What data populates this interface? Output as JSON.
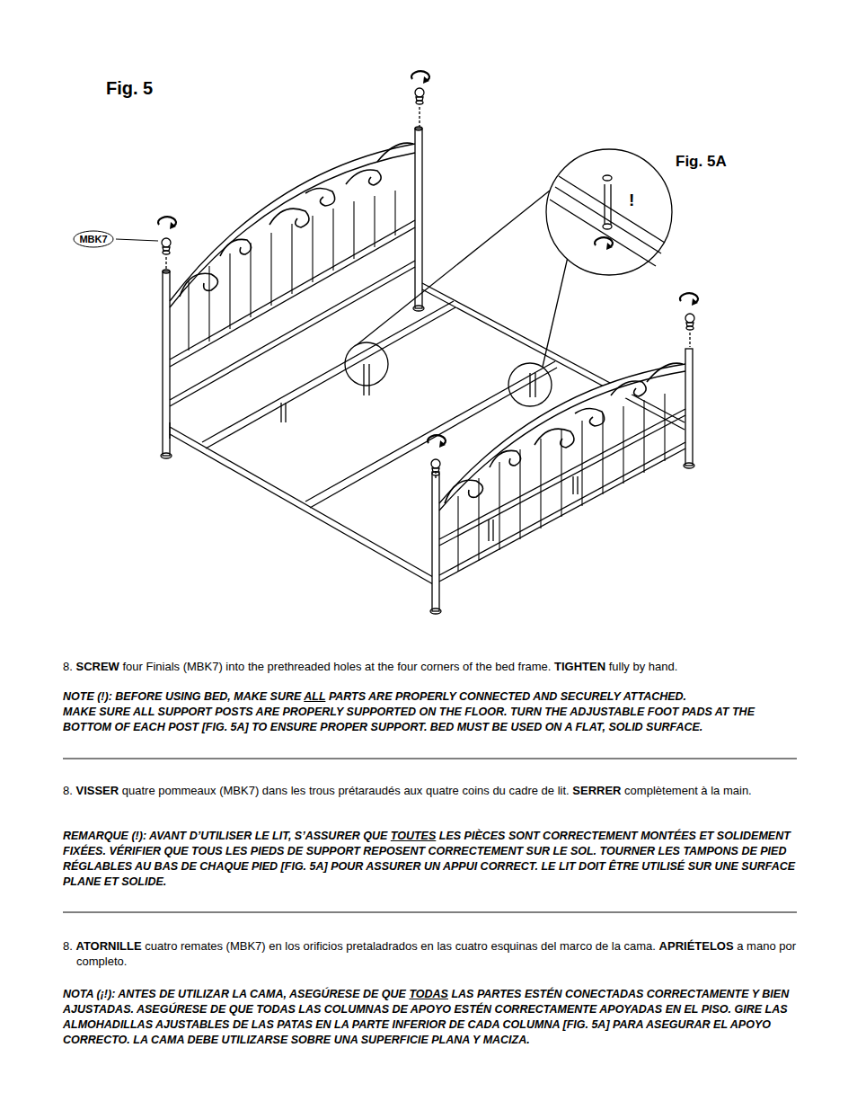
{
  "diagram": {
    "title": "Fig. 5",
    "nodes": [
      {
        "text": [
          "MBK7"
        ]
      }
    ],
    "labels": [
      "Fig. 5A",
      "!",
      "8.",
      "SCREW",
      "four Finials (MBK7) into the prethreaded holes at the four corners of the bed frame.",
      "TIGHTEN",
      "fully by hand.",
      "NOTE (!): BEFORE USING BED, MAKE SURE",
      "ALL",
      "PARTS ARE PROPERLY CONNECTED AND SECURELY ATTACHED.",
      "MAKE SURE ALL SUPPORT POSTS ARE PROPERLY SUPPORTED ON THE FLOOR. TURN THE ADJUSTABLE FOOT PADS AT THE BOTTOM OF EACH POST [FIG. 5A] TO ENSURE PROPER SUPPORT. BED MUST BE USED ON A FLAT, SOLID SURFACE.",
      "8.",
      "VISSER",
      "quatre pommeaux (MBK7) dans les trous prétaraudés aux quatre coins du cadre de lit.",
      "SERRER",
      "complètement à la main.",
      "REMARQUE (!): AVANT D’UTILISER LE LIT, S’ASSURER QUE",
      "TOUTES",
      "LES PIÈCES SONT CORRECTEMENT MONTÉES ET SOLIDEMENT FIXÉES. VÉRIFIER QUE TOUS LES PIEDS DE SUPPORT REPOSENT CORRECTEMENT SUR LE SOL. TOURNER LES TAMPONS DE PIED RÉGLABLES AU BAS DE CHAQUE PIED [FIG. 5A] POUR ASSURER UN APPUI CORRECT. LE LIT DOIT ÊTRE UTILISÉ SUR UNE SURFACE PLANE ET SOLIDE.",
      "8.",
      "ATORNILLE",
      "cuatro remates (MBK7) en los orificios pretaladrados en las cuatro esquinas del marco de la cama.",
      "APRIÉTELOS",
      "a mano por completo.",
      "NOTA (¡!): ANTES DE UTILIZAR LA CAMA, ASEGÚRESE DE QUE",
      "TODAS",
      "LAS PARTES ESTÉN CONECTADAS CORRECTAMENTE Y BIEN AJUSTADAS. ASEGÚRESE DE QUE TODAS LAS COLUMNAS DE APOYO ESTÉN CORRECTAMENTE APOYADAS EN EL PISO. GIRE LAS ALMOHADILLAS AJUSTABLES DE LAS PATAS EN LA PARTE INFERIOR DE CADA COLUMNA [FIG. 5A] PARA ASEGURAR EL APOYO CORRECTO. LA CAMA DEBE UTILIZARSE SOBRE UNA SUPERFICIE PLANA Y MACIZA."
    ]
  }
}
